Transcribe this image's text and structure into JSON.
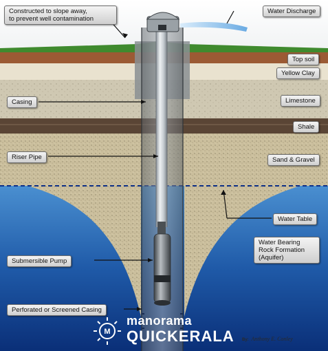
{
  "labels": {
    "slope": "Constructed to slope away,",
    "slope_strong": "Co",
    "slope_rest": "nstructed to slope away,",
    "slope_line2": "to prevent well contamination",
    "water_discharge": "Water Discharge",
    "top_soil": "Top soil",
    "yellow_clay": "Yellow Clay",
    "casing": "Casing",
    "limestone": "Limestone",
    "shale": "Shale",
    "riser_pipe": "Riser Pipe",
    "sand_gravel": "Sand & Gravel",
    "water_table": "Water Table",
    "aquifer_line1": "Water Bearing",
    "aquifer_line2": "Rock Formation",
    "aquifer_line3": "(Aquifer)",
    "submersible_pump": "Submersible Pump",
    "perforated_casing": "Perforated or Screened Casing"
  },
  "branding": {
    "top": "manorama",
    "bottom": "QUICKERALA",
    "logo_letter": "M"
  },
  "credit": {
    "by": "By:",
    "name": "Anthony E. Conley"
  },
  "colors": {
    "grass": "#3f8a2e",
    "top_soil": "#9b5a34",
    "yellow_clay": "#e9e2cf",
    "limestone": "#cfc8b2",
    "shale": "#5a4535",
    "sand_gravel": "#cbbf9d",
    "water_light": "#3f84c8",
    "water_dark": "#0a2f78",
    "pipe": "#c6ccd2",
    "label_bg": "#e6e6e6"
  }
}
